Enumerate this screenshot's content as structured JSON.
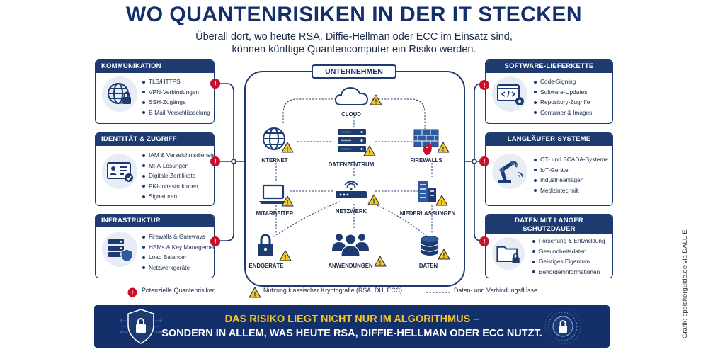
{
  "title": "WO QUANTENRISIKEN IN DER IT STECKEN",
  "subtitle": {
    "line1": "Überall dort, wo heute RSA, Diffie-Hellman oder ECC im Einsatz sind,",
    "line2": "können künftige Quantencomputer ein Risiko werden."
  },
  "cards": {
    "kommunikation": {
      "title": "KOMMUNIKATION",
      "items": [
        "TLS/HTTPS",
        "VPN-Verbindungen",
        "SSH-Zugänge",
        "E-Mail-Verschlüsselung"
      ]
    },
    "identitaet": {
      "title": "IDENTITÄT & ZUGRIFF",
      "items": [
        "IAM & Verzeichnisdienste",
        "MFA-Lösungen",
        "Digitale Zertifikate",
        "PKI-Infrastrukturen",
        "Signaturen"
      ]
    },
    "infrastruktur": {
      "title": "INFRASTRUKTUR",
      "items": [
        "Firewalls & Gateways",
        "HSMs & Key Management",
        "Load Balancer",
        "Netzwerkgeräte"
      ]
    },
    "software": {
      "title": "SOFTWARE-LIEFERKETTE",
      "items": [
        "Code-Signing",
        "Software-Updates",
        "Repository-Zugriffe",
        "Container & Images"
      ]
    },
    "langlaeufer": {
      "title": "LANGLÄUFER-SYSTEME",
      "items": [
        "OT- und SCADA-Systeme",
        "IoT-Geräte",
        "Industrieanlagen",
        "Medizintechnik"
      ]
    },
    "daten": {
      "title_line1": "DATEN MIT LANGER",
      "title_line2": "SCHUTZDAUER",
      "items": [
        "Forschung & Entwicklung",
        "Gesundheitsdaten",
        "Geistiges Eigentum",
        "Behördeninformationen"
      ]
    }
  },
  "center": {
    "title": "UNTERNEHMEN",
    "nodes": {
      "cloud": "CLOUD",
      "internet": "INTERNET",
      "datenzentrum": "DATENZENTRUM",
      "firewalls": "FIREWALLS",
      "mitarbeiter": "MITARBEITER",
      "netzwerk": "NETZWERK",
      "niederlassungen": "NIEDERLASSUNGEN",
      "endgeraete": "ENDGERÄTE",
      "anwendungen": "ANWENDUNGEN",
      "daten": "DATEN"
    }
  },
  "legend": {
    "risk": "Potenzielle Quantenrisiken",
    "crypto": "Nutzung klassischer Kryptografie (RSA, DH, ECC)",
    "flow": "Daten- und Verbindungsflüsse"
  },
  "banner": {
    "line1": "DAS RISIKO LIEGT NICHT NUR IM ALGORITHMUS –",
    "line2": "SONDERN IN ALLEM, WAS HEUTE RSA, DIFFIE-HELLMAN ODER ECC NUTZT."
  },
  "credit": "Grafik: speicherguide.de via DALL-E",
  "colors": {
    "navy": "#1d3b70",
    "dark_navy": "#13306a",
    "risk_red": "#c8102e",
    "warning_yellow": "#f4c623"
  }
}
